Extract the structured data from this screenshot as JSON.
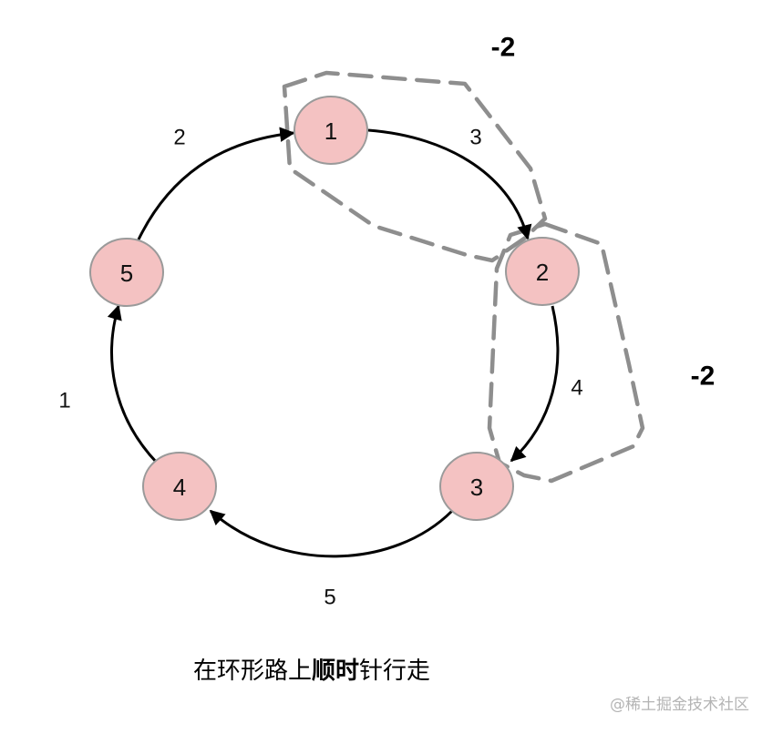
{
  "nodes": [
    {
      "id": "1",
      "label": "1"
    },
    {
      "id": "2",
      "label": "2"
    },
    {
      "id": "3",
      "label": "3"
    },
    {
      "id": "4",
      "label": "4"
    },
    {
      "id": "5",
      "label": "5"
    }
  ],
  "edges": [
    {
      "from": "1",
      "to": "2",
      "label": "3"
    },
    {
      "from": "2",
      "to": "3",
      "label": "4"
    },
    {
      "from": "3",
      "to": "4",
      "label": "5"
    },
    {
      "from": "4",
      "to": "5",
      "label": "1"
    },
    {
      "from": "5",
      "to": "1",
      "label": "2"
    }
  ],
  "groups": [
    {
      "members": [
        "1",
        "2"
      ],
      "label": "-2"
    },
    {
      "members": [
        "2",
        "3"
      ],
      "label": "-2"
    }
  ],
  "caption": {
    "before": "在环形路上",
    "emphasis": "顺时",
    "after": "针行走"
  },
  "watermark": "@稀土掘金技术社区",
  "colors": {
    "node_fill": "#f4c2c2",
    "node_stroke": "#9a9a9a",
    "edge": "#000000",
    "group_outline": "#8e8e8e"
  }
}
